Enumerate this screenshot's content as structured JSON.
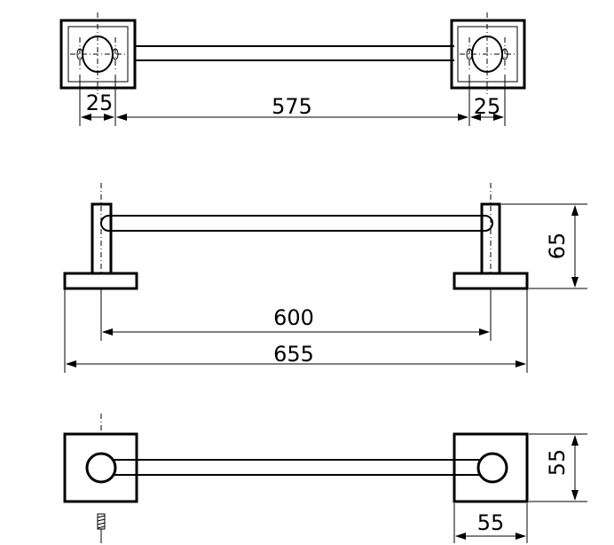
{
  "dimensions": {
    "top_left_offset": "25",
    "top_span": "575",
    "top_right_offset": "25",
    "side_height": "65",
    "side_inner_span": "600",
    "side_overall_span": "655",
    "bottom_plate_height": "55",
    "bottom_plate_width": "55"
  },
  "views": [
    {
      "name": "top-view"
    },
    {
      "name": "side-view"
    },
    {
      "name": "bottom-view"
    }
  ]
}
